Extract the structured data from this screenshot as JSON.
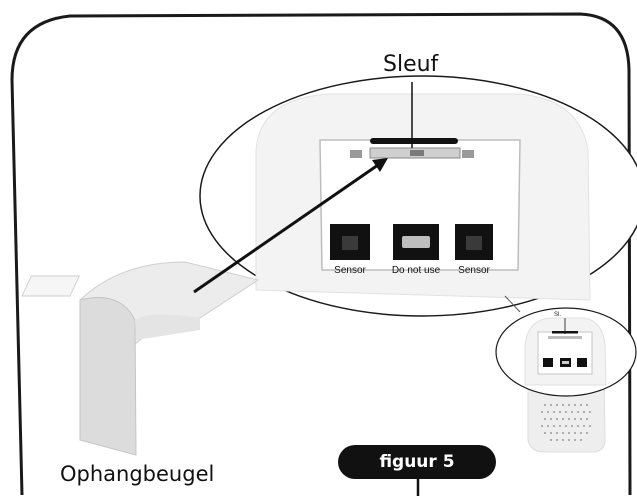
{
  "labels": {
    "slot": "Sleuf",
    "bracket": "Ophangbeugel",
    "figure": "figuur 5",
    "small_slot": "Sl."
  },
  "ports": [
    {
      "label": "Sensor"
    },
    {
      "label": "Do not use"
    },
    {
      "label": "Sensor"
    }
  ],
  "colors": {
    "outline": "#1a1a1a",
    "device": "#f1f1f1",
    "port": "#111111",
    "badge": "#111111"
  }
}
